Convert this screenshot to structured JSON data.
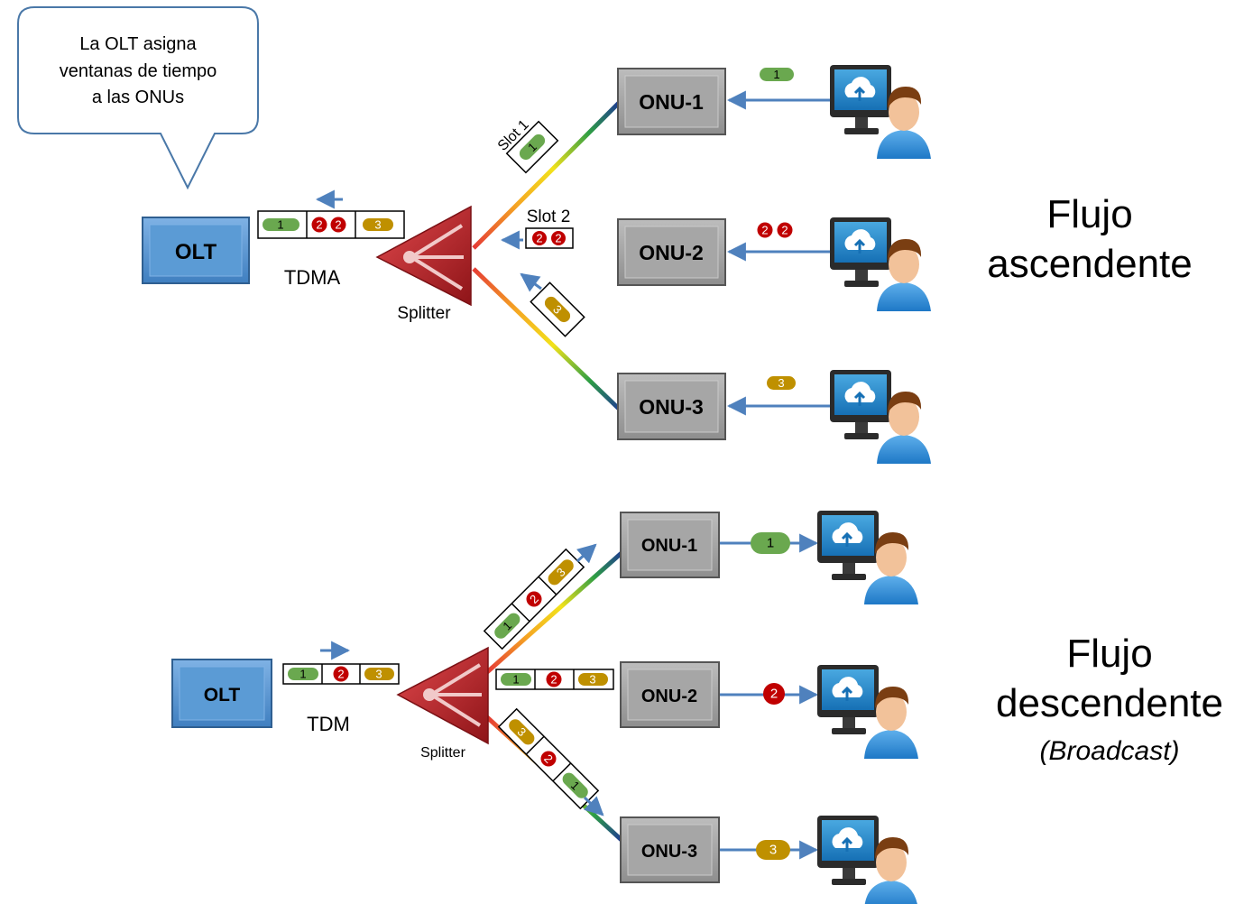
{
  "callout": {
    "line1": "La OLT asigna",
    "line2": "ventanas de tiempo",
    "line3": "a las ONUs"
  },
  "upstream": {
    "olt_label": "OLT",
    "mode_label": "TDMA",
    "splitter_label": "Splitter",
    "onu_labels": [
      "ONU-1",
      "ONU-2",
      "ONU-3"
    ],
    "slot1_label": "Slot 1",
    "slot2_label": "Slot 2",
    "frame_cells": [
      "1",
      "2",
      "2",
      "3"
    ],
    "packet_1": "1",
    "packet_2a": "2",
    "packet_2b": "2",
    "packet_3": "3",
    "title_line1": "Flujo",
    "title_line2": "ascendente"
  },
  "downstream": {
    "olt_label": "OLT",
    "mode_label": "TDM",
    "splitter_label": "Splitter",
    "onu_labels": [
      "ONU-1",
      "ONU-2",
      "ONU-3"
    ],
    "frame_cells": [
      "1",
      "2",
      "3"
    ],
    "packet_1": "1",
    "packet_2": "2",
    "packet_3": "3",
    "title_line1": "Flujo",
    "title_line2": "descendente",
    "title_line3": "(Broadcast)"
  },
  "colors": {
    "olt_blue": "#5b9bd5",
    "onu_gray": "#a6a6a6",
    "splitter_red": "#c0282e",
    "pill_green": "#6aa84f",
    "pill_red": "#c00000",
    "pill_gold": "#bf9000",
    "arrow_blue": "#4f81bd"
  }
}
